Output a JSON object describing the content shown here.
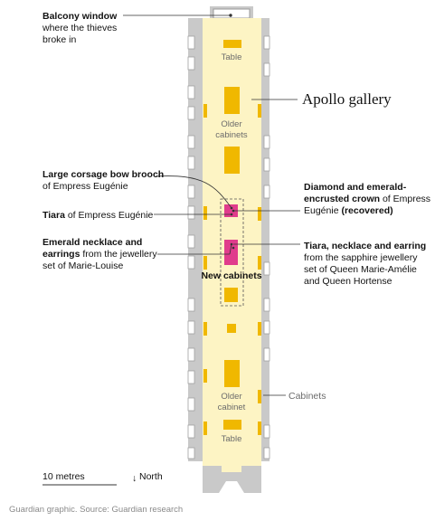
{
  "colors": {
    "wall": "#c9c9c9",
    "floor": "#fdf4c4",
    "cabinet": "#f0b800",
    "new_cabinet": "#e03c8c",
    "leader": "#333333"
  },
  "labels": {
    "balcony_bold": "Balcony window",
    "balcony_rest_1": "where the thieves",
    "balcony_rest_2": "broke in",
    "gallery": "Apollo gallery",
    "table": "Table",
    "older_cabinets_1": "Older",
    "older_cabinets_2": "cabinets",
    "older_cabinet_1": "Older",
    "older_cabinet_2": "cabinet",
    "new_cabinets": "New cabinets",
    "cabinets": "Cabinets",
    "brooch_bold": "Large corsage bow brooch",
    "brooch_rest": "of Empress Eugénie",
    "tiara_bold": "Tiara",
    "tiara_rest": " of Empress Eugénie",
    "emerald_bold_1": "Emerald necklace and",
    "emerald_bold_2": "earrings",
    "emerald_rest_1": " from the jewellery",
    "emerald_rest_2": "set of Marie-Louise",
    "crown_bold_1": "Diamond and emerald-",
    "crown_bold_2": "encrusted crown",
    "crown_rest_1": " of Empress",
    "crown_rest_2": "Eugénie ",
    "crown_recovered": "(recovered)",
    "sapphire_bold": "Tiara, necklace and earring",
    "sapphire_rest_1": "from the sapphire jewellery",
    "sapphire_rest_2": "set of Queen Marie-Amélie",
    "sapphire_rest_3": "and Queen Hortense",
    "scale": "10 metres",
    "north": "North",
    "north_arrow": "↓",
    "footer": "Guardian graphic. Source: Guardian research"
  }
}
